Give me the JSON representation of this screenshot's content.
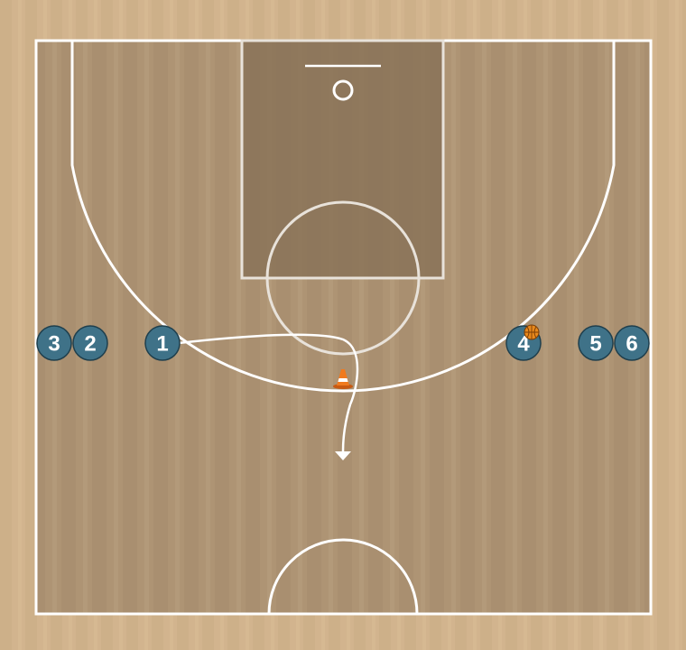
{
  "colors": {
    "floor_outer": "#d2b48e",
    "court_floor": "#ae9474",
    "paint": "#8a7358",
    "lines": "#ffffff",
    "player_fill": "#3f7288",
    "player_stroke": "#1f3f4d",
    "player_text": "#ffffff",
    "ball": "#e8891c",
    "cone": "#f07a1e"
  },
  "players": [
    {
      "label": "3",
      "icon": "player-marker"
    },
    {
      "label": "2",
      "icon": "player-marker"
    },
    {
      "label": "1",
      "icon": "player-marker"
    },
    {
      "label": "4",
      "icon": "player-marker",
      "has_ball": true
    },
    {
      "label": "5",
      "icon": "player-marker"
    },
    {
      "label": "6",
      "icon": "player-marker"
    }
  ],
  "objects": {
    "cone": {
      "icon": "cone-icon"
    },
    "ball": {
      "icon": "basketball-icon",
      "holder": "4"
    }
  },
  "movement": {
    "type": "cut-with-arrow",
    "from_player": "1",
    "around": "cone"
  }
}
